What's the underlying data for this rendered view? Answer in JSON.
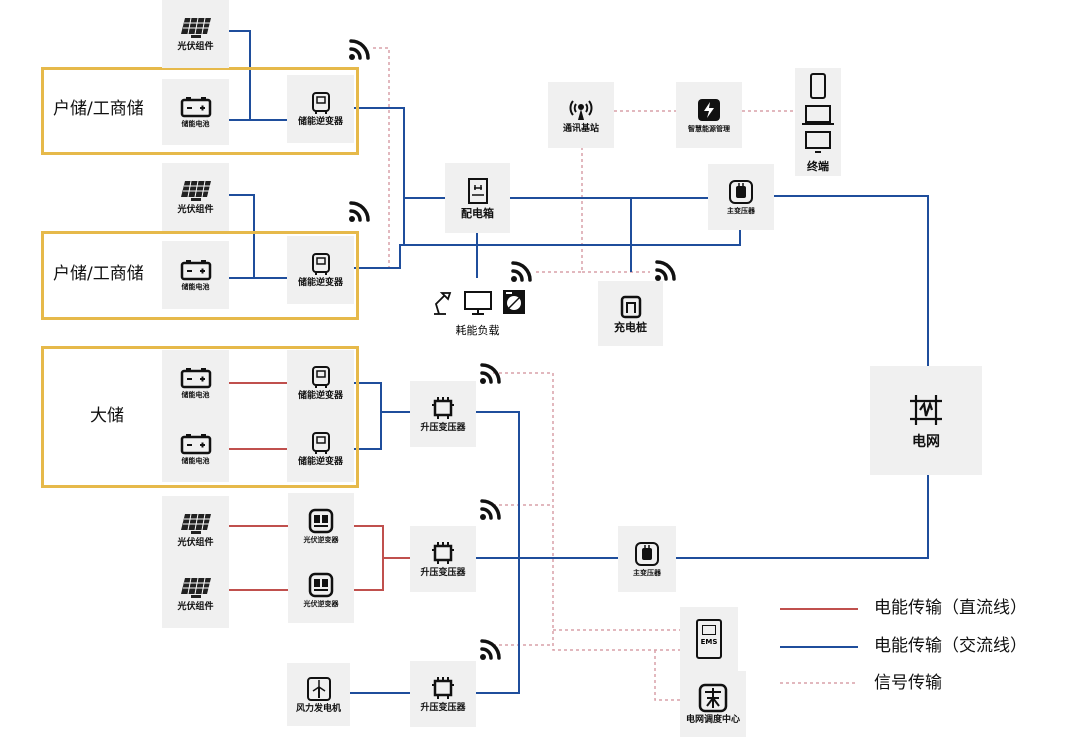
{
  "groups": {
    "home1": "户储/工商储",
    "home2": "户储/工商储",
    "big": "大储"
  },
  "nodes": {
    "pv1": "光伏组件",
    "bat1": "储能电池",
    "inv1": "储能逆变器",
    "pv2": "光伏组件",
    "bat2": "储能电池",
    "inv2": "储能逆变器",
    "bat3": "储能电池",
    "inv3": "储能逆变器",
    "bat4": "储能电池",
    "inv4": "储能逆变器",
    "boost1": "升压变压器",
    "pv3": "光伏组件",
    "pv4": "光伏组件",
    "pvinv1": "光伏逆变器",
    "pvinv2": "光伏逆变器",
    "boost2": "升压变压器",
    "wind": "风力发电机",
    "boost3": "升压变压器",
    "distbox": "配电箱",
    "load": "耗能负载",
    "charger": "充电桩",
    "station": "通讯基站",
    "energy": "智慧能源管理",
    "terminal": "终端",
    "main1": "主变压器",
    "main2": "主变压器",
    "grid": "电网",
    "dispatch": "电网调度中心",
    "ems_label": "EMS"
  },
  "legend": {
    "dc": "电能传输（直流线）",
    "ac": "电能传输（交流线）",
    "signal": "信号传输"
  },
  "colors": {
    "dc": "#c0504d",
    "ac": "#1f4e9c",
    "signal": "#d9a0a8",
    "group_border": "#e6b94a",
    "node_bg": "#f0f0f0"
  }
}
